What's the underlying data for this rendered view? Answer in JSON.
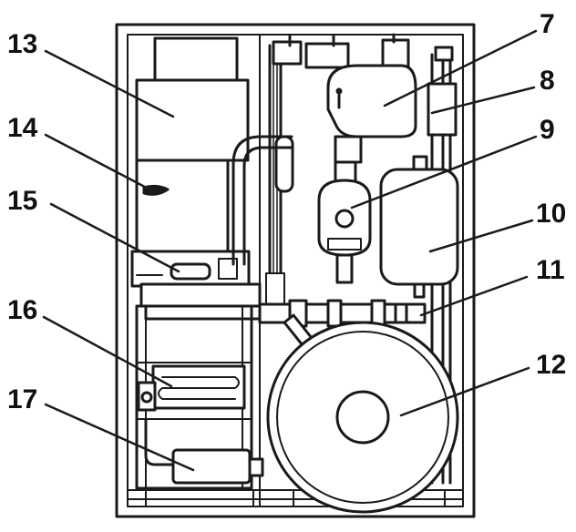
{
  "diagram": {
    "labels": {
      "l7": "7",
      "l8": "8",
      "l9": "9",
      "l10": "10",
      "l11": "11",
      "l12": "12",
      "l13": "13",
      "l14": "14",
      "l15": "15",
      "l16": "16",
      "l17": "17"
    },
    "colors": {
      "line": "#1a1a1a",
      "fill": "#ffffff",
      "background": "#ffffff"
    }
  }
}
